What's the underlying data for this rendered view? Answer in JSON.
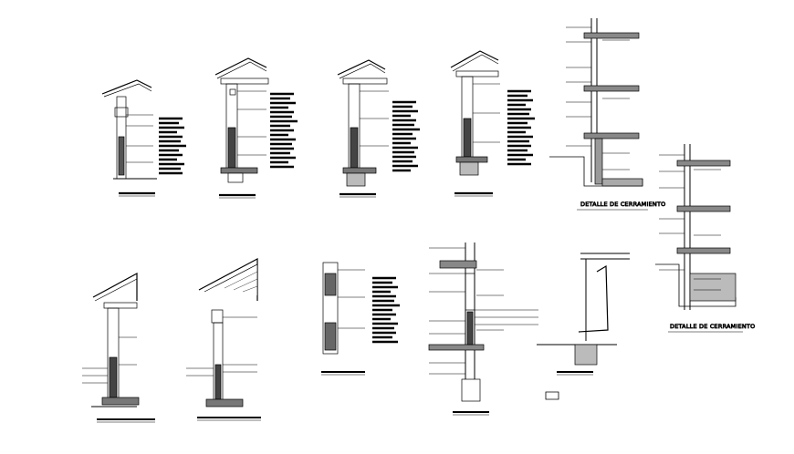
{
  "drawing": {
    "background": "#ffffff",
    "ink": "#000000",
    "captions": [
      {
        "id": "detalle-cerramiento-1",
        "text": "DETALLE DE CERRAMIENTO"
      },
      {
        "id": "detalle-cerramiento-2",
        "text": "DETALLE DE CERRAMIENTO"
      }
    ]
  }
}
